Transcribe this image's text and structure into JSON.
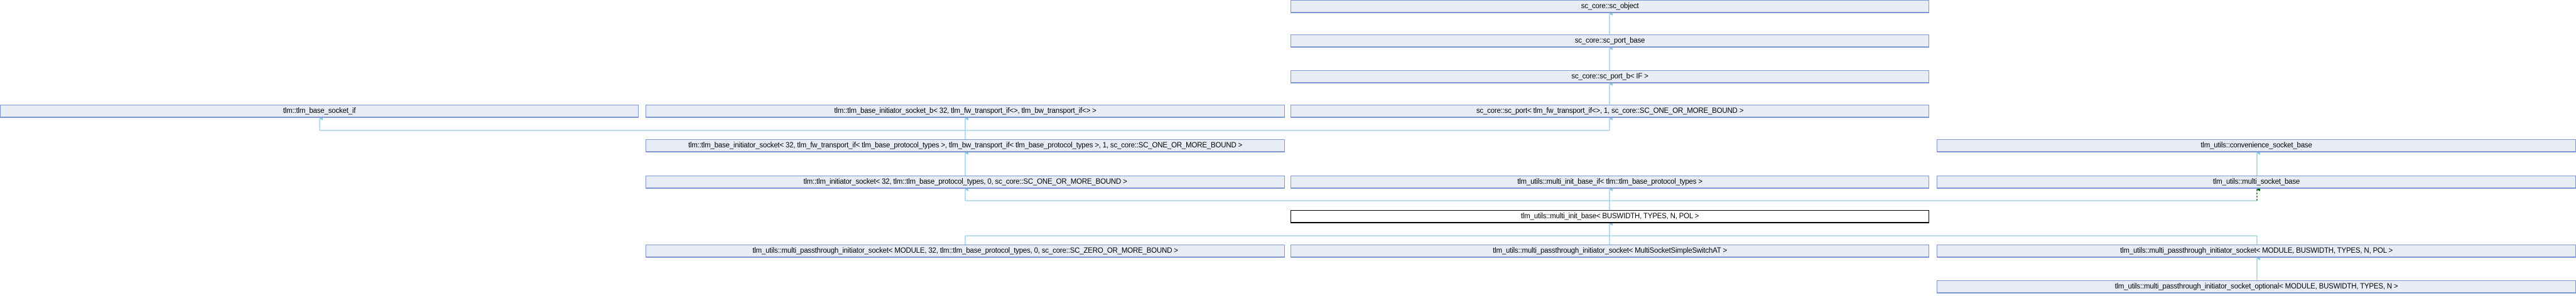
{
  "nodes": {
    "sc_object": {
      "label": "sc_core::sc_object"
    },
    "sc_port_base": {
      "label": "sc_core::sc_port_base"
    },
    "sc_port_b": {
      "label": "sc_core::sc_port_b< IF >"
    },
    "tlm_base_socket_if": {
      "label": "tlm::tlm_base_socket_if"
    },
    "tlm_base_initiator_socket_b": {
      "label": "tlm::tlm_base_initiator_socket_b< 32, tlm_fw_transport_if<>, tlm_bw_transport_if<> >"
    },
    "sc_port": {
      "label": "sc_core::sc_port< tlm_fw_transport_if<>, 1, sc_core::SC_ONE_OR_MORE_BOUND >"
    },
    "tlm_base_initiator_socket": {
      "label": "tlm::tlm_base_initiator_socket< 32, tlm_fw_transport_if< tlm_base_protocol_types >, tlm_bw_transport_if< tlm_base_protocol_types >, 1, sc_core::SC_ONE_OR_MORE_BOUND >"
    },
    "convenience_socket_base": {
      "label": "tlm_utils::convenience_socket_base"
    },
    "tlm_initiator_socket": {
      "label": "tlm::tlm_initiator_socket< 32, tlm::tlm_base_protocol_types, 0, sc_core::SC_ONE_OR_MORE_BOUND >"
    },
    "multi_init_base_if": {
      "label": "tlm_utils::multi_init_base_if< tlm::tlm_base_protocol_types >"
    },
    "multi_socket_base": {
      "label": "tlm_utils::multi_socket_base"
    },
    "multi_init_base": {
      "label": "tlm_utils::multi_init_base< BUSWIDTH, TYPES, N, POL >"
    },
    "mpis_zero_or_more": {
      "label": "tlm_utils::multi_passthrough_initiator_socket< MODULE, 32, tlm::tlm_base_protocol_types, 0, sc_core::SC_ZERO_OR_MORE_BOUND >"
    },
    "mpis_switch": {
      "label": "tlm_utils::multi_passthrough_initiator_socket< MultiSocketSimpleSwitchAT >"
    },
    "mpis_generic": {
      "label": "tlm_utils::multi_passthrough_initiator_socket< MODULE, BUSWIDTH, TYPES, N, POL >"
    },
    "mpis_optional": {
      "label": "tlm_utils::multi_passthrough_initiator_socket_optional< MODULE, BUSWIDTH, TYPES, N >"
    }
  },
  "colors": {
    "node_fill": "#e8ecf5",
    "node_border": "#7f97d3",
    "edge": "#8fcbe8",
    "edge_private": "#006400"
  }
}
